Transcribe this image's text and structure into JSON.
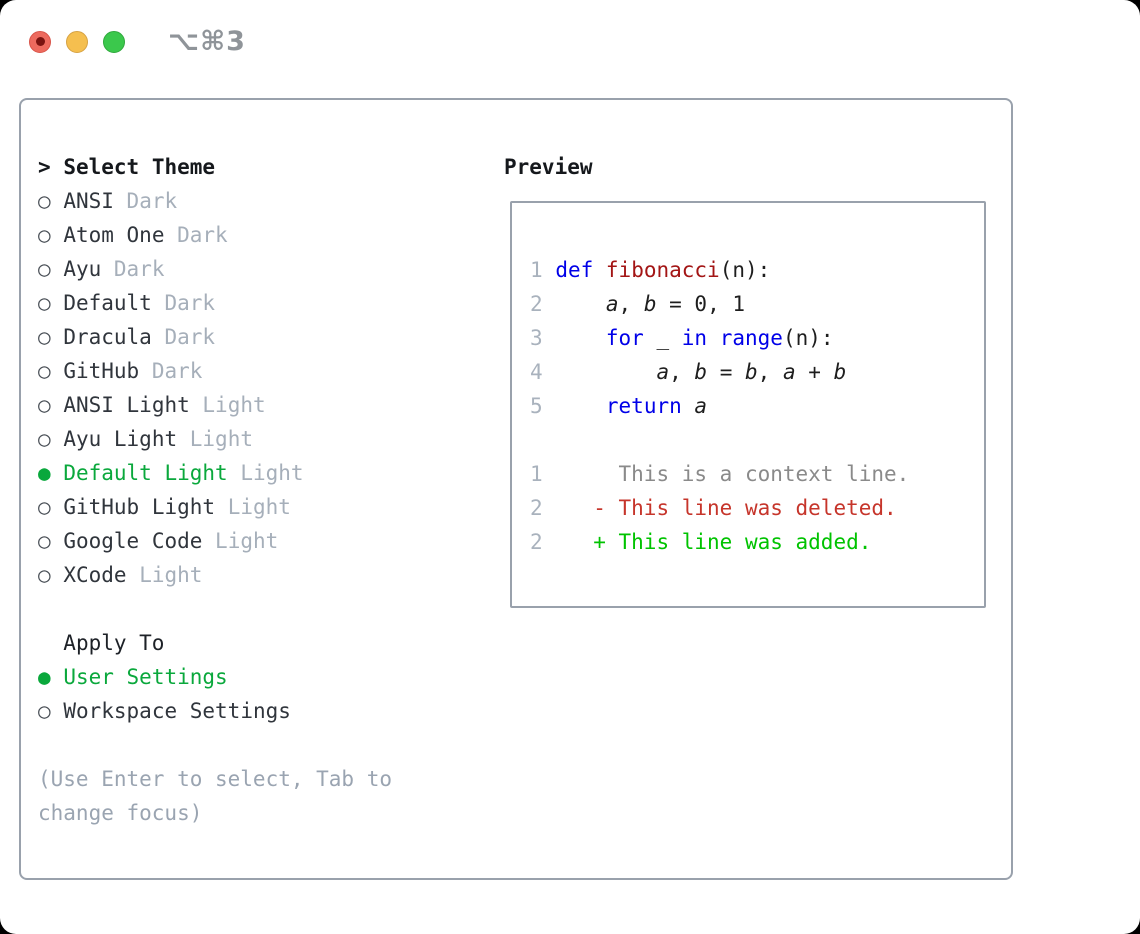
{
  "window": {
    "shortcut": "⌥⌘3",
    "traffic_lights": [
      {
        "name": "close-button",
        "color": "#ed6a5e",
        "border": "#d95449",
        "dot": true
      },
      {
        "name": "minimize-button",
        "color": "#f5bf4f",
        "border": "#d6a243",
        "dot": false
      },
      {
        "name": "zoom-button",
        "color": "#3bc84c",
        "border": "#2fa83c",
        "dot": false
      }
    ]
  },
  "theme_panel": {
    "prompt": ">",
    "title": "Select Theme",
    "radio_glyph": "○",
    "radio_selected_glyph": "●",
    "items": [
      {
        "name": "ANSI",
        "variant": "Dark",
        "selected": false
      },
      {
        "name": "Atom One",
        "variant": "Dark",
        "selected": false
      },
      {
        "name": "Ayu",
        "variant": "Dark",
        "selected": false
      },
      {
        "name": "Default",
        "variant": "Dark",
        "selected": false
      },
      {
        "name": "Dracula",
        "variant": "Dark",
        "selected": false
      },
      {
        "name": "GitHub",
        "variant": "Dark",
        "selected": false
      },
      {
        "name": "ANSI Light",
        "variant": "Light",
        "selected": false
      },
      {
        "name": "Ayu Light",
        "variant": "Light",
        "selected": false
      },
      {
        "name": "Default Light",
        "variant": "Light",
        "selected": true
      },
      {
        "name": "GitHub Light",
        "variant": "Light",
        "selected": false
      },
      {
        "name": "Google Code",
        "variant": "Light",
        "selected": false
      },
      {
        "name": "XCode",
        "variant": "Light",
        "selected": false
      }
    ],
    "apply_to": {
      "title": "Apply To",
      "options": [
        {
          "label": "User Settings",
          "selected": true
        },
        {
          "label": "Workspace Settings",
          "selected": false
        }
      ]
    },
    "hint": "(Use Enter to select, Tab to change focus)"
  },
  "preview": {
    "title": "Preview",
    "code_lines": [
      {
        "num": "1",
        "tokens": [
          [
            "kw",
            "def"
          ],
          [
            "pl",
            " "
          ],
          [
            "fn",
            "fibonacci"
          ],
          [
            "pl",
            "(n):"
          ]
        ]
      },
      {
        "num": "2",
        "tokens": [
          [
            "pl",
            "    "
          ],
          [
            "var",
            "a"
          ],
          [
            "pl",
            ", "
          ],
          [
            "var",
            "b"
          ],
          [
            "pl",
            " = 0, 1"
          ]
        ]
      },
      {
        "num": "3",
        "tokens": [
          [
            "pl",
            "    "
          ],
          [
            "kw",
            "for"
          ],
          [
            "pl",
            " _ "
          ],
          [
            "kw",
            "in"
          ],
          [
            "pl",
            " "
          ],
          [
            "kw",
            "range"
          ],
          [
            "pl",
            "(n):"
          ]
        ]
      },
      {
        "num": "4",
        "tokens": [
          [
            "pl",
            "        "
          ],
          [
            "var",
            "a"
          ],
          [
            "pl",
            ", "
          ],
          [
            "var",
            "b"
          ],
          [
            "pl",
            " = "
          ],
          [
            "var",
            "b"
          ],
          [
            "pl",
            ", "
          ],
          [
            "var",
            "a"
          ],
          [
            "pl",
            " + "
          ],
          [
            "var",
            "b"
          ]
        ]
      },
      {
        "num": "5",
        "tokens": [
          [
            "pl",
            "    "
          ],
          [
            "kw",
            "return"
          ],
          [
            "pl",
            " "
          ],
          [
            "var",
            "a"
          ]
        ]
      }
    ],
    "diff_lines": [
      {
        "num": "1",
        "marker": " ",
        "kind": "context",
        "text": "This is a context line."
      },
      {
        "num": "2",
        "marker": "-",
        "kind": "deleted",
        "text": "This line was deleted."
      },
      {
        "num": "2",
        "marker": "+",
        "kind": "added",
        "text": "This line was added."
      }
    ]
  },
  "colors": {
    "border": "#99a1ac",
    "keyword": "#0000e8",
    "function": "#a31515",
    "plain": "#1e1e1e",
    "line_number": "#a9b2bd",
    "context": "#8a8a8a",
    "deleted": "#c6352b",
    "added": "#00c300",
    "selected_green": "#0aa83c",
    "muted": "#a6afba"
  }
}
